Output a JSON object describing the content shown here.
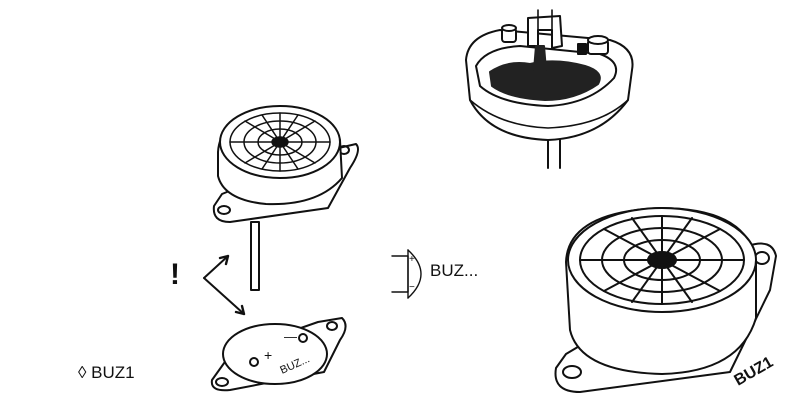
{
  "caption": {
    "icon": "diamond-icon",
    "glyph": "◊",
    "text": "BUZ1"
  },
  "warning": {
    "text": "!"
  },
  "symbol": {
    "label": "BUZ...",
    "plus": "+",
    "minus": "−"
  },
  "bottom_markings": {
    "plus": "+",
    "minus": "—",
    "name": "BUZ..."
  },
  "large_part": {
    "label": "BUZ1"
  },
  "colors": {
    "ink": "#111111",
    "water": "#222222",
    "paper": "#ffffff",
    "shade": "#d9d9d9"
  }
}
